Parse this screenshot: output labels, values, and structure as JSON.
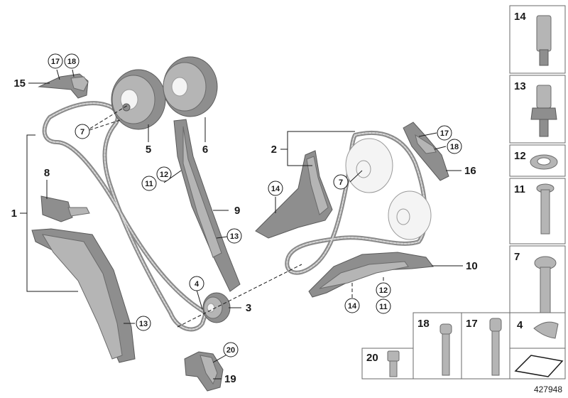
{
  "diagram": {
    "reference": "427948",
    "callouts": {
      "c1": "1",
      "c2": "2",
      "c3": "3",
      "c4": "4",
      "c5": "5",
      "c6": "6",
      "c7": "7",
      "c8": "8",
      "c9": "9",
      "c10": "10",
      "c11": "11",
      "c12": "12",
      "c13": "13",
      "c14": "14",
      "c15": "15",
      "c16": "16",
      "c17": "17",
      "c18": "18",
      "c19": "19",
      "c20": "20"
    },
    "boxes": {
      "b14": "14",
      "b13": "13",
      "b12": "12",
      "b11": "11",
      "b7": "7",
      "b4": "4",
      "b18": "18",
      "b17": "17",
      "b20": "20"
    }
  }
}
